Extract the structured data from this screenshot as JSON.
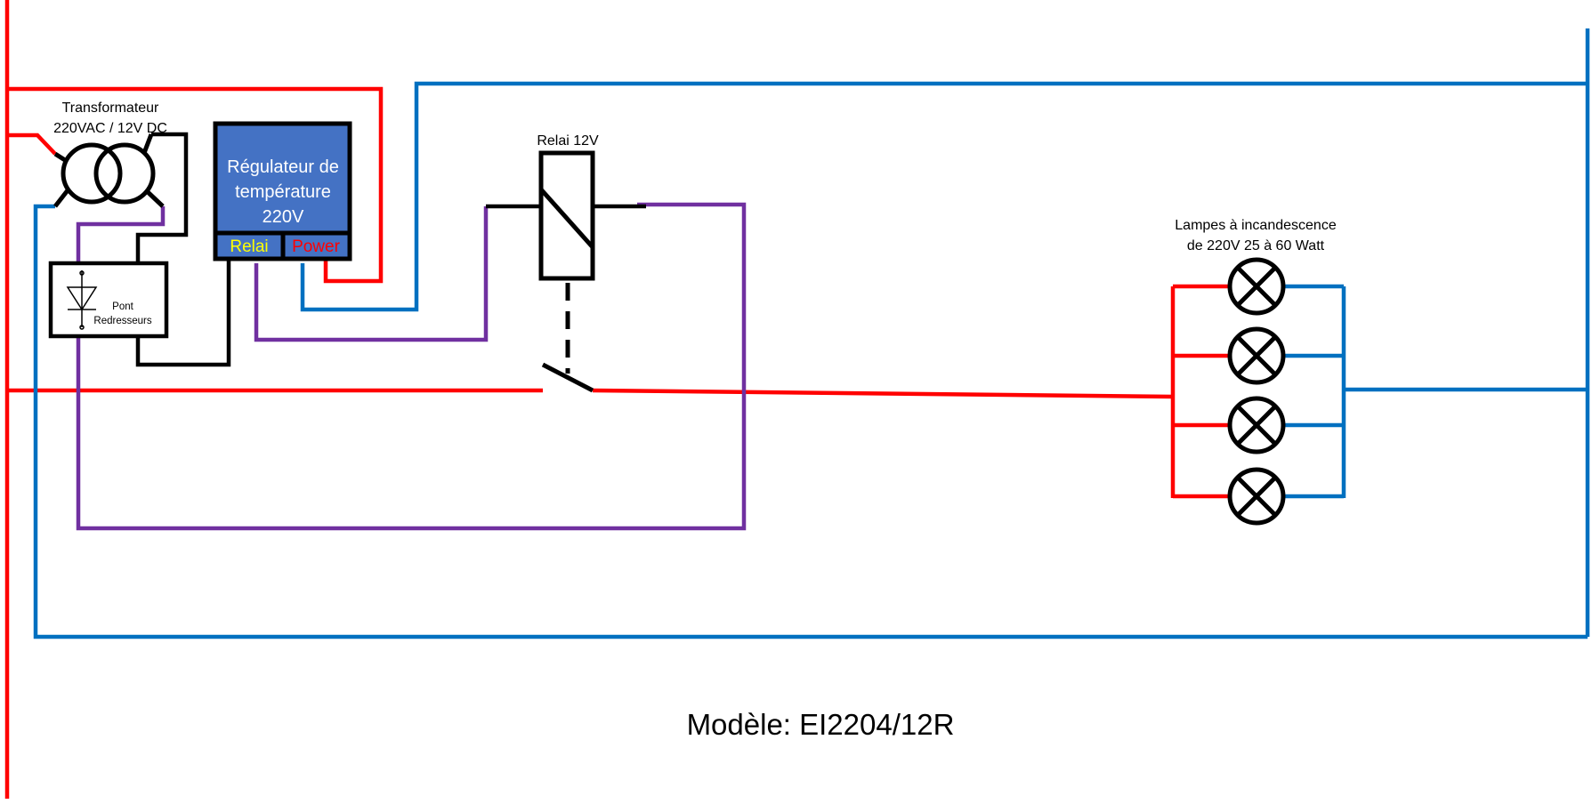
{
  "title": "Modèle: EI2204/12R",
  "colors": {
    "phase": "#ff0000",
    "neutral": "#0070c0",
    "control": "#7030a0",
    "dc": "#000000",
    "regulator_fill": "#4472c4",
    "relai_tag": "#ffff00",
    "power_tag": "#ff0000"
  },
  "transformer": {
    "line1": "Transformateur",
    "line2": "220VAC / 12V DC"
  },
  "rectifier": {
    "line1": "Pont",
    "line2": "Redresseurs"
  },
  "regulator": {
    "line1": "Régulateur de",
    "line2": "température",
    "line3": "220V",
    "relai_label": "Relai",
    "power_label": "Power"
  },
  "relay": {
    "label": "Relai 12V"
  },
  "lamps": {
    "line1": "Lampes à incandescence",
    "line2": "de 220V 25 à 60 Watt",
    "count": 4
  }
}
